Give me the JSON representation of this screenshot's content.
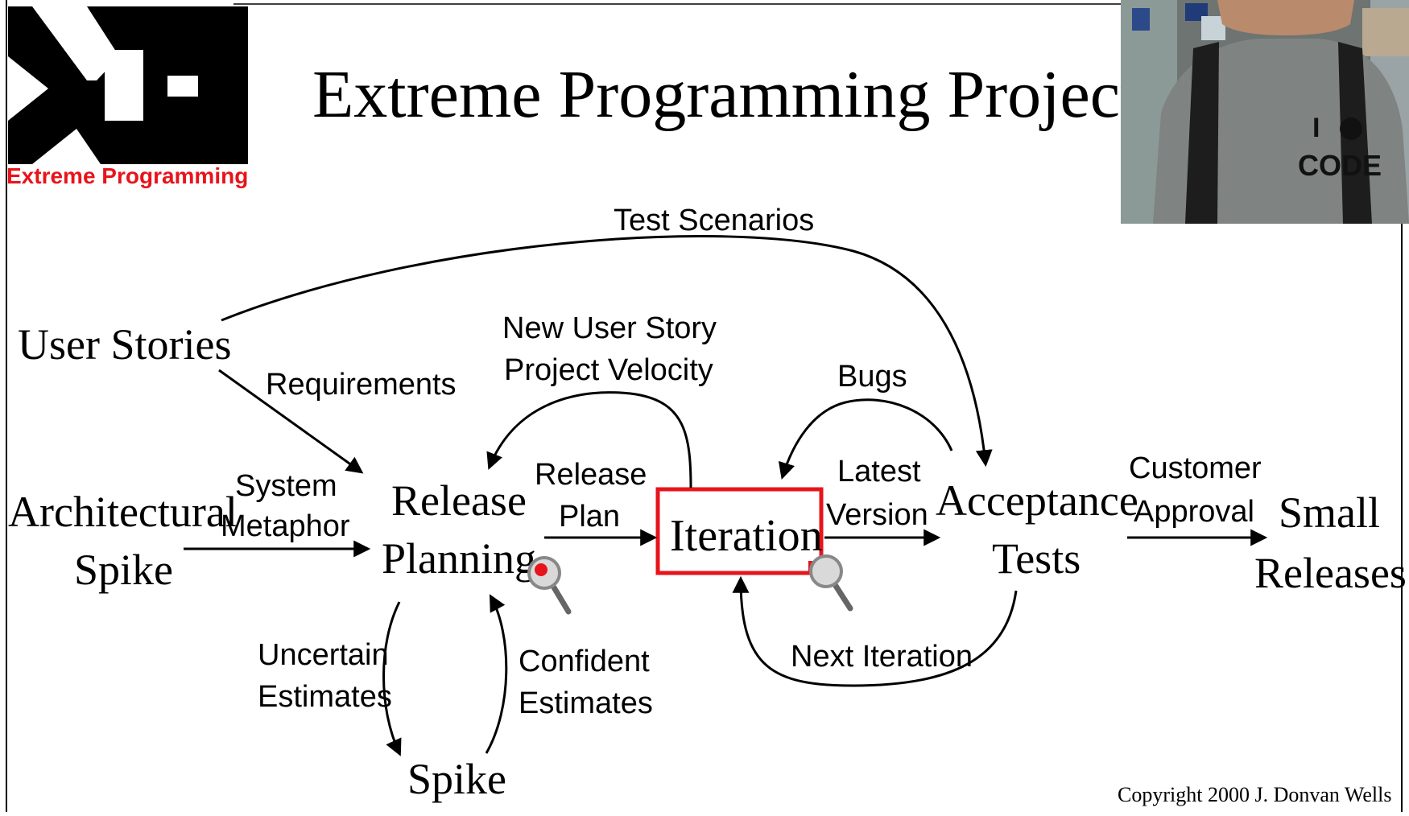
{
  "title": "Extreme Programming Project",
  "logo": {
    "caption": "Extreme Programming",
    "letters": "XP"
  },
  "copyright": "Copyright 2000 J. Donvan Wells",
  "webcam": {
    "shirt_text_1": "I",
    "shirt_text_2": "CODE"
  },
  "nodes": {
    "user_stories": "User Stories",
    "architectural_spike_1": "Architectural",
    "architectural_spike_2": "Spike",
    "release_planning_1": "Release",
    "release_planning_2": "Planning",
    "iteration": "Iteration",
    "acceptance_tests_1": "Acceptance",
    "acceptance_tests_2": "Tests",
    "small_releases_1": "Small",
    "small_releases_2": "Releases",
    "spike": "Spike"
  },
  "edge_labels": {
    "test_scenarios": "Test Scenarios",
    "requirements": "Requirements",
    "system_metaphor_1": "System",
    "system_metaphor_2": "Metaphor",
    "new_user_story": "New User Story",
    "project_velocity": "Project Velocity",
    "release_plan_1": "Release",
    "release_plan_2": "Plan",
    "bugs": "Bugs",
    "latest_version_1": "Latest",
    "latest_version_2": "Version",
    "customer_approval_1": "Customer",
    "customer_approval_2": "Approval",
    "uncertain_estimates_1": "Uncertain",
    "uncertain_estimates_2": "Estimates",
    "confident_estimates_1": "Confident",
    "confident_estimates_2": "Estimates",
    "next_iteration": "Next Iteration"
  },
  "colors": {
    "highlight": "#e8141b",
    "logo_red": "#e8141b",
    "ink": "#000000"
  }
}
